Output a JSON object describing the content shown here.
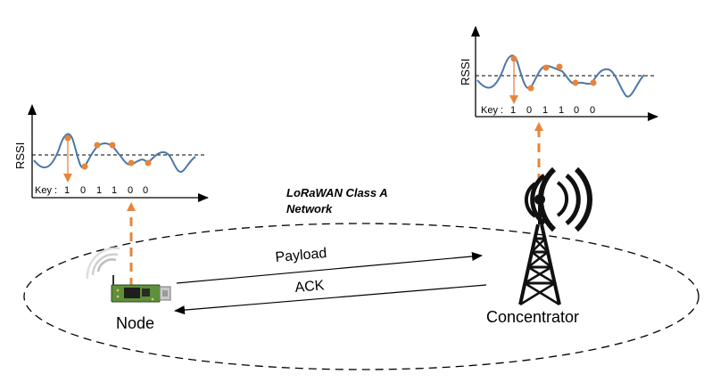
{
  "network": {
    "title_line1": "LoRaWAN Class A",
    "title_line2": "Network"
  },
  "links": {
    "payload": "Payload",
    "ack": "ACK"
  },
  "nodes": {
    "node": "Node",
    "concentrator": "Concentrator"
  },
  "left_plot": {
    "ylabel": "RSSI",
    "key_label": "Key :",
    "bits": [
      "1",
      "0",
      "1",
      "1",
      "0",
      "0"
    ]
  },
  "right_plot": {
    "ylabel": "RSSI",
    "key_label": "Key :",
    "bits": [
      "1",
      "0",
      "1",
      "1",
      "0",
      "0"
    ]
  },
  "colors": {
    "signal": "#4a78a8",
    "sample": "#e8843a",
    "line": "#000000"
  }
}
